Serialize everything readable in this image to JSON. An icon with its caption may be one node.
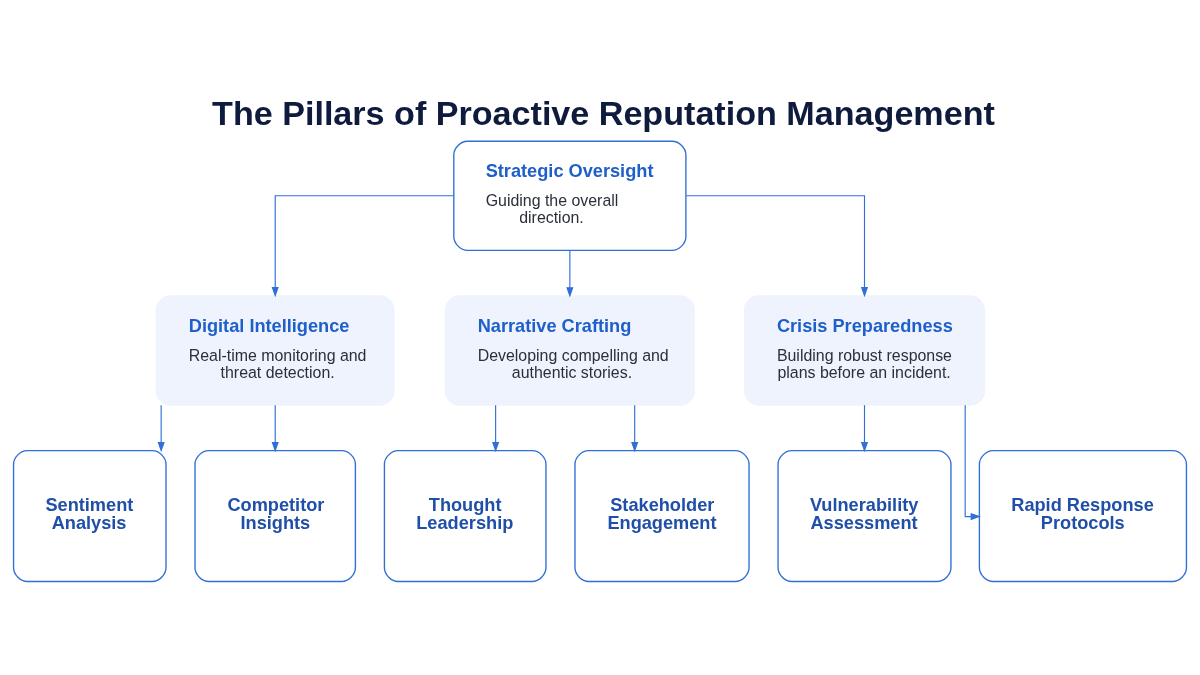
{
  "diagram": {
    "title": "The Pillars of Proactive Reputation Management",
    "nodes": [
      {
        "text": [
          "Strategic Oversight",
          "Guiding the overall direction."
        ]
      },
      {
        "text": [
          "Digital Intelligence",
          "Real-time monitoring and threat detection."
        ]
      },
      {
        "text": [
          "Narrative Crafting",
          "Developing compelling and authentic stories."
        ]
      },
      {
        "text": [
          "Crisis Preparedness",
          "Building robust response plans before an incident."
        ]
      },
      {
        "text": [
          "Sentiment Analysis"
        ]
      },
      {
        "text": [
          "Competitor Insights"
        ]
      },
      {
        "text": [
          "Thought Leadership"
        ]
      },
      {
        "text": [
          "Stakeholder Engagement"
        ]
      },
      {
        "text": [
          "Vulnerability Assessment"
        ]
      },
      {
        "text": [
          "Rapid Response Protocols"
        ]
      }
    ],
    "edges": [
      {
        "from": 0,
        "to": 1,
        "arrow": "to"
      },
      {
        "from": 0,
        "to": 2,
        "arrow": "to"
      },
      {
        "from": 0,
        "to": 3,
        "arrow": "to"
      },
      {
        "from": 1,
        "to": 4,
        "arrow": "to"
      },
      {
        "from": 1,
        "to": 5,
        "arrow": "to"
      },
      {
        "from": 2,
        "to": 6,
        "arrow": "to"
      },
      {
        "from": 2,
        "to": 7,
        "arrow": "to"
      },
      {
        "from": 3,
        "to": 8,
        "arrow": "to"
      },
      {
        "from": 3,
        "to": 9,
        "arrow": "to"
      }
    ]
  }
}
